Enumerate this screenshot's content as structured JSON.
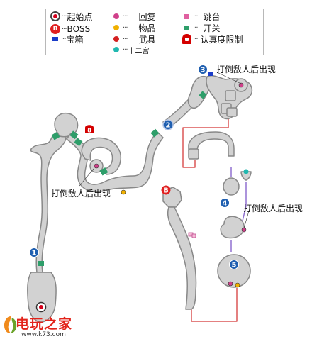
{
  "legend": {
    "start": "起始点",
    "boss_mark": "B",
    "boss": "BOSS",
    "chest": "宝箱",
    "recover": "回复",
    "item": "物品",
    "weapon": "武具",
    "palace": "十二宫",
    "jump": "跳台",
    "switch": "开关",
    "seal": "认真度限制",
    "dots": "···"
  },
  "markers": {
    "m1": "1",
    "m2": "2",
    "m3": "3",
    "m4": "4",
    "m5": "5",
    "seal_number": "8",
    "boss_letter": "B"
  },
  "notes": {
    "defeat_top": "打倒敌人后出现",
    "defeat_left": "打倒敌人后出现",
    "defeat_right": "打倒敌人后出现"
  },
  "watermark": {
    "name": "电玩之家",
    "url": "www.k73.com"
  },
  "colors": {
    "floor": "#d2d2d2",
    "wall": "#888888",
    "marker_blue": "#1f5fb0",
    "boss_red": "#e02020",
    "recover_pink": "#d0408a",
    "item_yellow": "#f0b000",
    "weapon_red": "#d42020",
    "palace_teal": "#20b8b0",
    "jump_pink": "#e060a0",
    "switch_green": "#2e9e6a",
    "link_red": "#c80000",
    "link_purple": "#9070d0"
  }
}
